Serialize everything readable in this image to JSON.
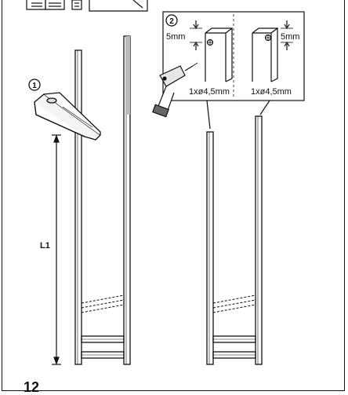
{
  "step1": {
    "badge": "1"
  },
  "step2": {
    "badge": "2",
    "left_detail": {
      "offset": "5mm",
      "hole": "1xø4,5mm"
    },
    "right_detail": {
      "offset": "5mm",
      "hole": "1xø4,5mm"
    }
  },
  "dimension": {
    "label": "L1"
  },
  "page_number": "12"
}
